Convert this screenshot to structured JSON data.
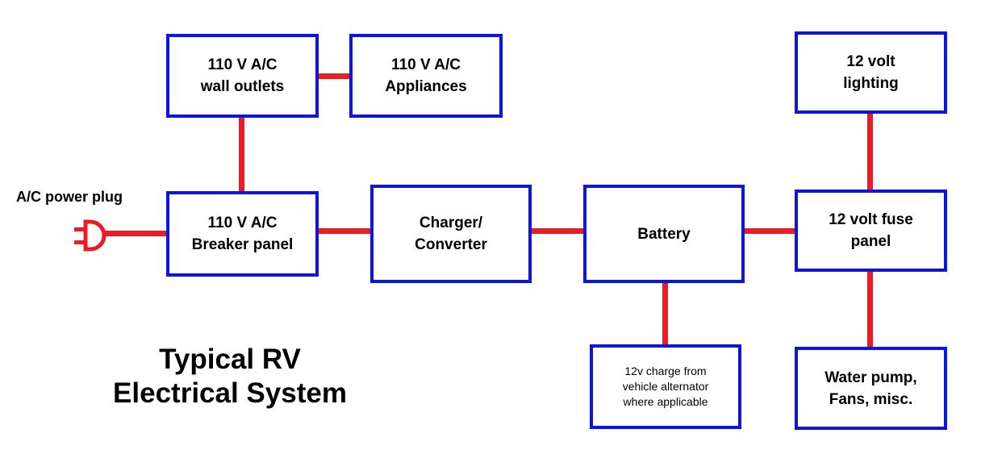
{
  "title": "Typical RV\nElectrical System",
  "plug_label": "A/C power plug",
  "colors": {
    "box_border": "#0a14e6",
    "wire": "#ec1c24",
    "text": "#000000",
    "background": "#ffffff"
  },
  "nodes": {
    "wall_outlets": "110 V A/C\nwall outlets",
    "appliances": "110 V A/C\nAppliances",
    "breaker_panel": "110 V A/C\nBreaker panel",
    "charger_converter": "Charger/\nConverter",
    "battery": "Battery",
    "fuse_panel": "12 volt fuse\npanel",
    "lighting": "12 volt\nlighting",
    "alternator": "12v charge from\nvehicle alternator\nwhere applicable",
    "water_pump": "Water pump,\nFans, misc."
  },
  "edges": [
    [
      "wall_outlets",
      "appliances"
    ],
    [
      "wall_outlets",
      "breaker_panel"
    ],
    [
      "plug",
      "breaker_panel"
    ],
    [
      "breaker_panel",
      "charger_converter"
    ],
    [
      "charger_converter",
      "battery"
    ],
    [
      "battery",
      "fuse_panel"
    ],
    [
      "battery",
      "alternator"
    ],
    [
      "fuse_panel",
      "lighting"
    ],
    [
      "fuse_panel",
      "water_pump"
    ]
  ],
  "icons": {
    "plug": "ac-plug-icon"
  }
}
